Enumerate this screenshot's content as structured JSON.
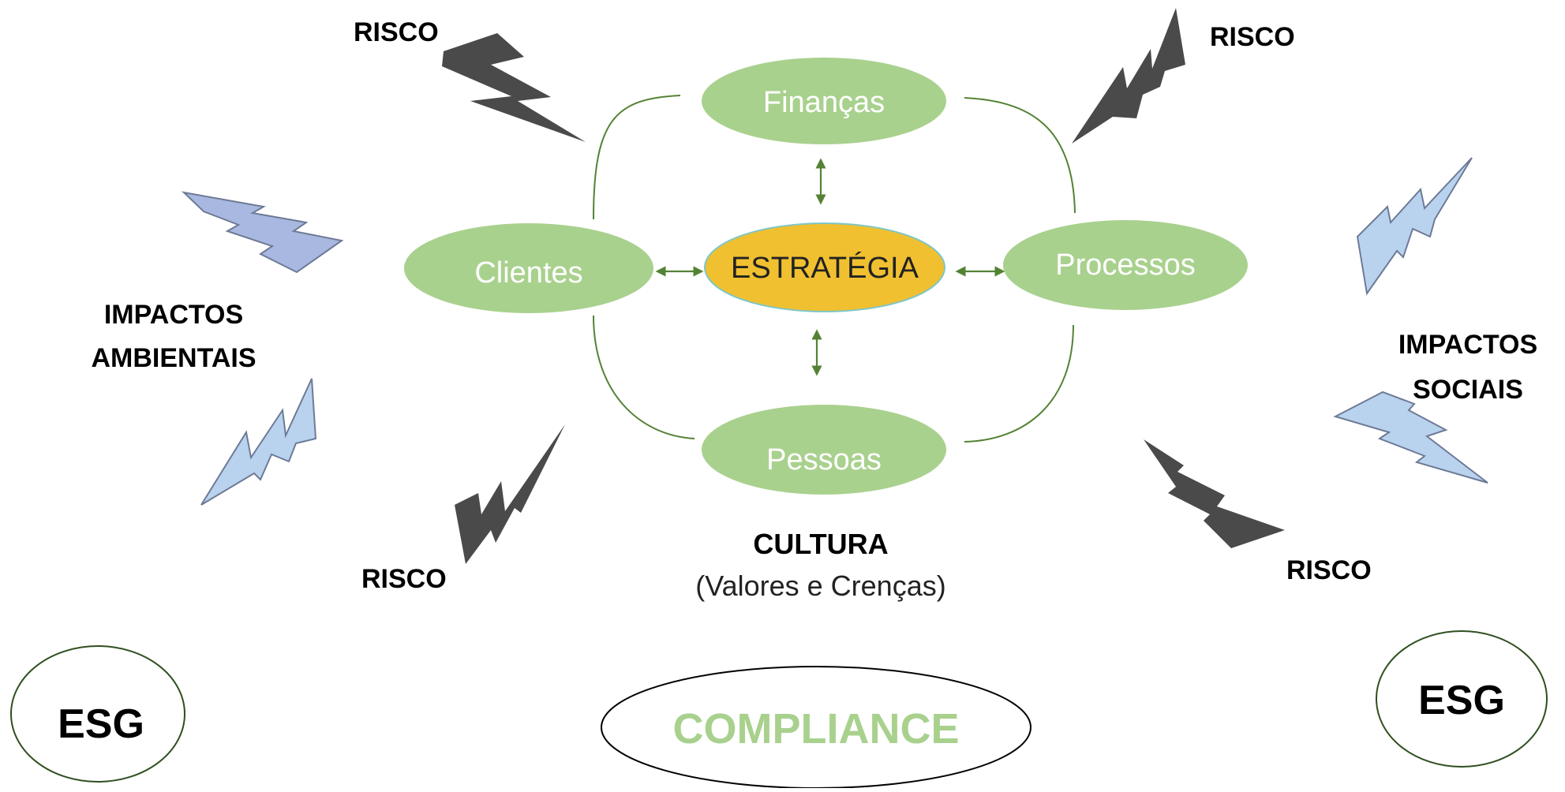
{
  "colors": {
    "node_green": "#a9d18e",
    "strategy_yellow": "#f0c030",
    "strategy_border": "#7fc6c6",
    "connector_green": "#548235",
    "bolt_dark": "#4a4a4a",
    "bolt_blue": "#b9d3ee",
    "bolt_purple_blue": "#a9b8e0",
    "bolt_outline": "#6d7a96",
    "compliance_text": "#a9d18e"
  },
  "center": {
    "label": "ESTRATÉGIA"
  },
  "nodes": {
    "top": "Finanças",
    "left": "Clientes",
    "right": "Processos",
    "bottom": "Pessoas"
  },
  "risks": {
    "top_left": "RISCO",
    "top_right": "RISCO",
    "bottom_left": "RISCO",
    "bottom_right": "RISCO"
  },
  "impacts": {
    "environmental": {
      "line1": "IMPACTOS",
      "line2": "AMBIENTAIS"
    },
    "social": {
      "line1": "IMPACTOS",
      "line2": "SOCIAIS"
    }
  },
  "culture": {
    "title": "CULTURA",
    "subtitle": "(Valores e Crenças)"
  },
  "esg": {
    "left": "ESG",
    "right": "ESG"
  },
  "compliance": "COMPLIANCE"
}
